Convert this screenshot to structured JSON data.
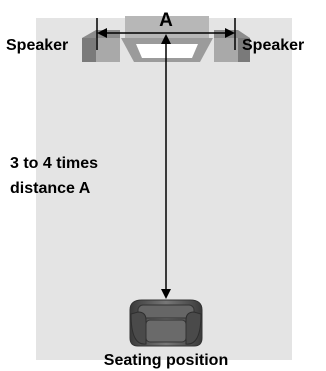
{
  "labels": {
    "distance_marker": "A",
    "left_speaker": "Speaker",
    "right_speaker": "Speaker",
    "distance_rule_line1": "3 to 4 times",
    "distance_rule_line2": "distance A",
    "seating": "Seating position"
  },
  "colors": {
    "room_floor": "#e4e4e4",
    "speaker_face": "#a9a9a9",
    "speaker_side": "#7a7a7a",
    "tv_frame": "#b7b7b7",
    "chair": "#555555",
    "arrows": "#000000"
  }
}
